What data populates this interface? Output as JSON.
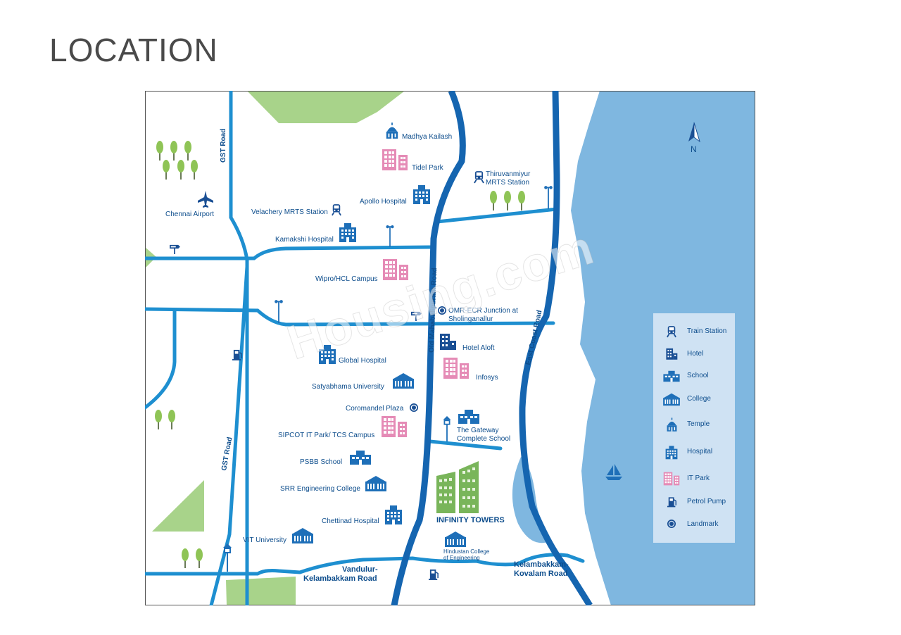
{
  "title": "LOCATION",
  "watermark": "Housing.com",
  "north": "N",
  "colors": {
    "road_major": "#1565b0",
    "road_minor": "#1e8fd0",
    "sea": "#7fb7e0",
    "park": "#a8d38a",
    "it_park": "#e58bb6",
    "icon": "#1e6fb8",
    "legend_bg": "#cfe2f3",
    "tower": "#79b55a"
  },
  "roads": {
    "gst_upper": "GST Road",
    "gst_lower": "GST Road",
    "omr": "Old Mahabalipuram Road",
    "ecr": "East Coast Road",
    "vandalur_1": "Vandulur-",
    "vandalur_2": "Kelambakkam Road",
    "kovalam_1": "Kelambakkam-",
    "kovalam_2": "Kovalam Road"
  },
  "places": {
    "madhya": "Madhya Kailash",
    "tidel": "Tidel Park",
    "thiru_1": "Thiruvanmiyur",
    "thiru_2": "MRTS Station",
    "airport": "Chennai Airport",
    "velachery": "Velachery MRTS Station",
    "apollo": "Apollo Hospital",
    "kamakshi": "Kamakshi Hospital",
    "wipro": "Wipro/HCL Campus",
    "omr_ecr_1": "OMR-ECR Junction at",
    "omr_ecr_2": "Sholinganallur",
    "aloft": "Hotel Aloft",
    "global": "Global Hospital",
    "infosys": "Infosys",
    "satya": "Satyabhama University",
    "coromandel": "Coromandel Plaza",
    "gateway_1": "The Gateway",
    "gateway_2": "Complete School",
    "sipcot": "SIPCOT IT Park/ TCS Campus",
    "psbb": "PSBB School",
    "srr": "SRR Engineering College",
    "infinity": "INFINITY TOWERS",
    "chettinad": "Chettinad Hospital",
    "vit": "VIT University",
    "hindustan_1": "Hindustan College",
    "hindustan_2": "of Engineering"
  },
  "legend": [
    {
      "label": "Train Station",
      "icon": "train-icon"
    },
    {
      "label": "Hotel",
      "icon": "hotel-icon"
    },
    {
      "label": "School",
      "icon": "school-icon"
    },
    {
      "label": "College",
      "icon": "college-icon"
    },
    {
      "label": "Temple",
      "icon": "temple-icon"
    },
    {
      "label": "Hospital",
      "icon": "hospital-icon"
    },
    {
      "label": "IT Park",
      "icon": "it-park-icon"
    },
    {
      "label": "Petrol Pump",
      "icon": "petrol-pump-icon"
    },
    {
      "label": "Landmark",
      "icon": "landmark-icon"
    }
  ]
}
